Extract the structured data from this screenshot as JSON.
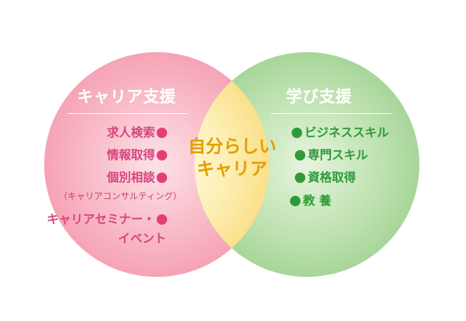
{
  "colors": {
    "left_circle": "#f5a3b5",
    "right_circle": "#9fd38f",
    "overlap": "#fbe38f",
    "pink_text": "#d6457e",
    "green_text": "#2e9a38",
    "center_text": "#e0a000",
    "title_text": "#ffffff"
  },
  "left": {
    "title": "キャリア支援",
    "items": [
      "求人検索",
      "情報取得",
      "個別相談"
    ],
    "note": "（キャリアコンサルティング）",
    "seminar_line1": "キャリアセミナー・",
    "seminar_line2": "イベント"
  },
  "right": {
    "title": "学び支援",
    "items": [
      "ビジネススキル",
      "専門スキル",
      "資格取得",
      "教 養"
    ]
  },
  "center": {
    "line1": "自分らしい",
    "line2": "キャリア"
  }
}
